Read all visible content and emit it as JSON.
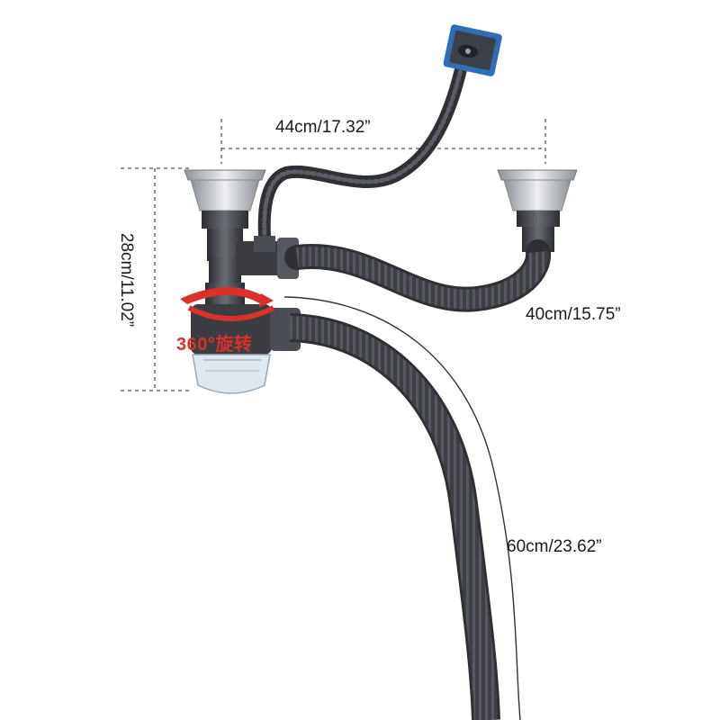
{
  "dimensions": {
    "width_top": "44cm/17.32”",
    "height_left": "28cm/11.02”",
    "hose_right": "40cm/15.75”",
    "hose_down": "60cm/23.62”"
  },
  "rotation_badge": "360°旋转",
  "colors": {
    "pipe": "#3b3d42",
    "steel": "#c9ccd0",
    "accent": "#d8322a",
    "overflow_plate": "#2f6db5",
    "dimension_lines": "#555555"
  }
}
